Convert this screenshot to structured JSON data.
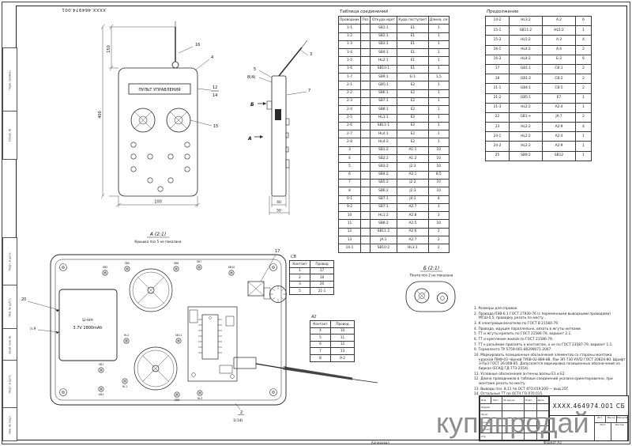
{
  "sheet": {
    "doc_number_rotated": "ХХХХ.464974.001",
    "watermark": "купипродай",
    "copied_label": "Копировал",
    "format_label": "Формат A3"
  },
  "margin_boxes": [
    "Перв. примен.",
    "Справ. №",
    "Подп. и дата",
    "Инв. № дубл.",
    "Взам. инв. №",
    "Подп. и дата",
    "Инв. № подл."
  ],
  "views": {
    "front": {
      "title": "ПУЛЬТ УПРАВЛЕНИЯ",
      "dims": {
        "h": "400",
        "ant": "150",
        "w": "100"
      },
      "callouts": {
        "c16": "16",
        "c4": "4",
        "c12": "12",
        "c14": "14",
        "c15": "15"
      }
    },
    "side": {
      "dims": {
        "w": "40",
        "d": "50"
      },
      "callouts": {
        "c3": "3",
        "c5": "5",
        "c84": "8(4)",
        "c7": "7"
      },
      "sections": {
        "a": "А",
        "b": "Б"
      }
    },
    "detail_a": {
      "label": "А (2:1)",
      "note": "Крышка поз 5 не показана",
      "battery_line1": "Li-ion",
      "battery_line2": "3.7V 2800mAh",
      "callouts": {
        "c17": "17",
        "c20": "20",
        "p9": "п.9",
        "c2": "2",
        "c114": "1(14)"
      },
      "components": [
        "SB3",
        "SB5",
        "SB6",
        "SB7",
        "SB1",
        "GB1",
        "HL1",
        "SB8",
        "HL3",
        "HL2",
        "SB11",
        "SB10"
      ]
    },
    "detail_b": {
      "label": "Б (2:1)",
      "note": "Плата поз 2 не показана"
    }
  },
  "tables": {
    "connections": {
      "title": "Таблица соединений",
      "headers": [
        "Проводник",
        "Поз",
        "Откуда идет",
        "Куда поступает",
        "Длина, см"
      ],
      "rows": [
        [
          "1-1",
          "",
          "SB1:1",
          "E1",
          "1"
        ],
        [
          "1-2",
          "",
          "SB2:1",
          "E1",
          "1"
        ],
        [
          "1-3",
          "",
          "SB3:1",
          "E1",
          "1"
        ],
        [
          "1-4",
          "",
          "SB4:1",
          "E1",
          "1"
        ],
        [
          "1-5",
          "",
          "HL2:1",
          "E1",
          "1"
        ],
        [
          "1-6",
          "",
          "SB10:1",
          "E1",
          "1"
        ],
        [
          "1-7",
          "",
          "SB9:1",
          "Б:1",
          "1,5"
        ],
        [
          "2-1",
          "",
          "GB5:1",
          "E2",
          "1"
        ],
        [
          "2-2",
          "",
          "SB6:1",
          "E2",
          "1"
        ],
        [
          "2-3",
          "",
          "SB7:1",
          "E2",
          "1"
        ],
        [
          "2-4",
          "",
          "SB8:1",
          "E2",
          "1"
        ],
        [
          "2-5",
          "",
          "HL1:1",
          "E2",
          "1"
        ],
        [
          "2-6",
          "",
          "SB11:1",
          "E2",
          "1"
        ],
        [
          "2-7",
          "",
          "HL4:1",
          "E2",
          "1"
        ],
        [
          "2-8",
          "",
          "HL4:2",
          "E2",
          "1"
        ],
        [
          "3",
          "",
          "SB1:2",
          "A1:1",
          "10"
        ],
        [
          "4",
          "",
          "SB2:2",
          "A1:2",
          "10"
        ],
        [
          "5",
          "",
          "SB3:2",
          "J2:3",
          "10"
        ],
        [
          "6",
          "",
          "SB4:2",
          "A2:1",
          "8,5"
        ],
        [
          "7",
          "",
          "SB5:2",
          "J2:2",
          "10"
        ],
        [
          "8",
          "",
          "SB6:2",
          "J2:3",
          "10"
        ],
        [
          "9-1",
          "",
          "SB7:1",
          "J4:1",
          "4"
        ],
        [
          "9-2",
          "",
          "SB7:1",
          "A2:7",
          "3"
        ],
        [
          "10",
          "",
          "HL1:2",
          "A2:8",
          "3"
        ],
        [
          "11",
          "",
          "SB8:2",
          "A2:5",
          "10"
        ],
        [
          "12",
          "",
          "SB11:2",
          "A2:6",
          "2"
        ],
        [
          "13",
          "",
          "JA:1",
          "A2:7",
          "2"
        ],
        [
          "14-1",
          "",
          "SB10:2",
          "HL3:1",
          "2"
        ]
      ]
    },
    "continuation": {
      "title": "Продолжение",
      "rows": [
        [
          "14-2",
          "HL3:2",
          "A:2",
          "6"
        ],
        [
          "15-1",
          "SB11:2",
          "HL5:2",
          "1"
        ],
        [
          "15-2",
          "HL5:2",
          "A:3",
          "4"
        ],
        [
          "16-1",
          "HL4:2",
          "A:4",
          "2"
        ],
        [
          "16-2",
          "HL4:2",
          "Б:2",
          "6"
        ],
        [
          "17",
          "GB1:1",
          "СВ:1",
          "2"
        ],
        [
          "18",
          "GB1:2",
          "СВ:2",
          "2"
        ],
        [
          "21-1",
          "GB4:1",
          "СВ:5",
          "2"
        ],
        [
          "21-2",
          "GB5:1",
          "E7",
          "1"
        ],
        [
          "21-3",
          "HL2:2",
          "A2:4",
          "1"
        ],
        [
          "22",
          "GB1:+",
          "JA:7",
          "2"
        ],
        [
          "23",
          "HL2:2",
          "A2:9",
          "4"
        ],
        [
          "24-1",
          "HL2:2",
          "A2:4",
          "1"
        ],
        [
          "24-2",
          "HL2:2",
          "A2:9",
          "1"
        ],
        [
          "25",
          "SB9:2",
          "SB12",
          "1"
        ]
      ]
    },
    "cb": {
      "title": "СВ",
      "headers": [
        "Контакт",
        "Провод"
      ],
      "rows": [
        [
          "1",
          "17"
        ],
        [
          "2",
          "18"
        ],
        [
          "3",
          "20"
        ],
        [
          "5",
          "21-1"
        ]
      ]
    },
    "a2": {
      "title": "А2",
      "headers": [
        "Контакт",
        "Провод"
      ],
      "rows": [
        [
          "4",
          "10"
        ],
        [
          "5",
          "11"
        ],
        [
          "6",
          "12"
        ],
        [
          "7",
          "13"
        ],
        [
          "8",
          "9-2"
        ]
      ]
    }
  },
  "notes": {
    "items": [
      "1. Размеры для справок.",
      "2. Провода ПЭВ-6.1 ГОСТ 27930-76 (с переменными выводными проводами) МГШ-0,5, проводку резать по месту.",
      "3. К электровыключателю по ГОСТ В 21584-79.",
      "4. Провода, идущие параллельно, вязать в жгуты нитками.",
      "5. ТТ и жгуты крепить по ГОСТ 21586-79, вариант 2.1.",
      "6. ТТ и крепление жилой по ГОСТ 21586-79.",
      "7. ТТ к разъёмам припаять к контактам, а не по ГОСТ 23587-79, вариант 1:1.",
      "9. Термолента ТУ 5759-001-80299071-2007.",
      "10. Маркировать позиционные обозначения элементов со стороны монтажа краской ПНФ-03 чёрной ТУ6В-02-889-88. Лак ЭП-730 УХЛ2 ГОСТ 20824-80. Шрифт 3-Пр3 ГОСТ 26.008-85. Допускается маркировка позиционных обозначений на бирках (ЕСКД ГД-773-255Х).",
      "11. Условные обозначения антенны волны Е1 и Е2.",
      "12. Длина проводников в таблице соединений указана ориентировочно, при монтаже резать по месту.",
      "13. Выводы поз. 8,11 по ОСТ 4ГО.019.200 — выд 25Г.",
      "14. Остальные ТТ по ОСТ4 ГО.070.015."
    ]
  },
  "title_block": {
    "doc_number": "ХХХХ.464974.001 СБ",
    "cols": [
      "Изм.",
      "Лист",
      "№ докум.",
      "Подп.",
      "Дата"
    ],
    "rows": [
      "Разраб.",
      "Пров.",
      "Т.контр.",
      "Н.контр.",
      "Утв."
    ],
    "lit": "Лит.",
    "mass": "Масса",
    "scale": "Масштаб",
    "sheet": "Лист",
    "sheets": "Листов"
  }
}
